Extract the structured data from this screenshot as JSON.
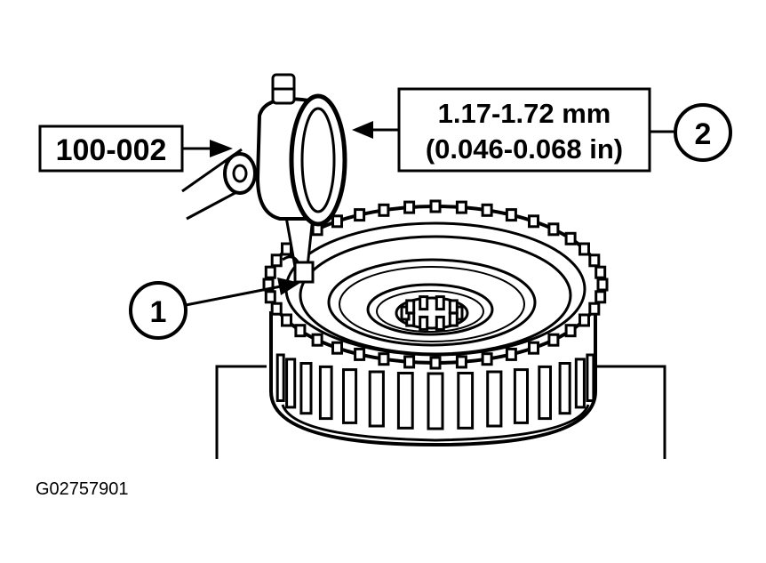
{
  "diagram": {
    "tool_label": "100-002",
    "spec": {
      "metric": "1.17-1.72 mm",
      "imperial": "(0.046-0.068 in)"
    },
    "callouts": [
      {
        "number": "1"
      },
      {
        "number": "2"
      }
    ],
    "figure_id": "G02757901"
  },
  "colors": {
    "line": "#000000",
    "background": "#ffffff"
  }
}
